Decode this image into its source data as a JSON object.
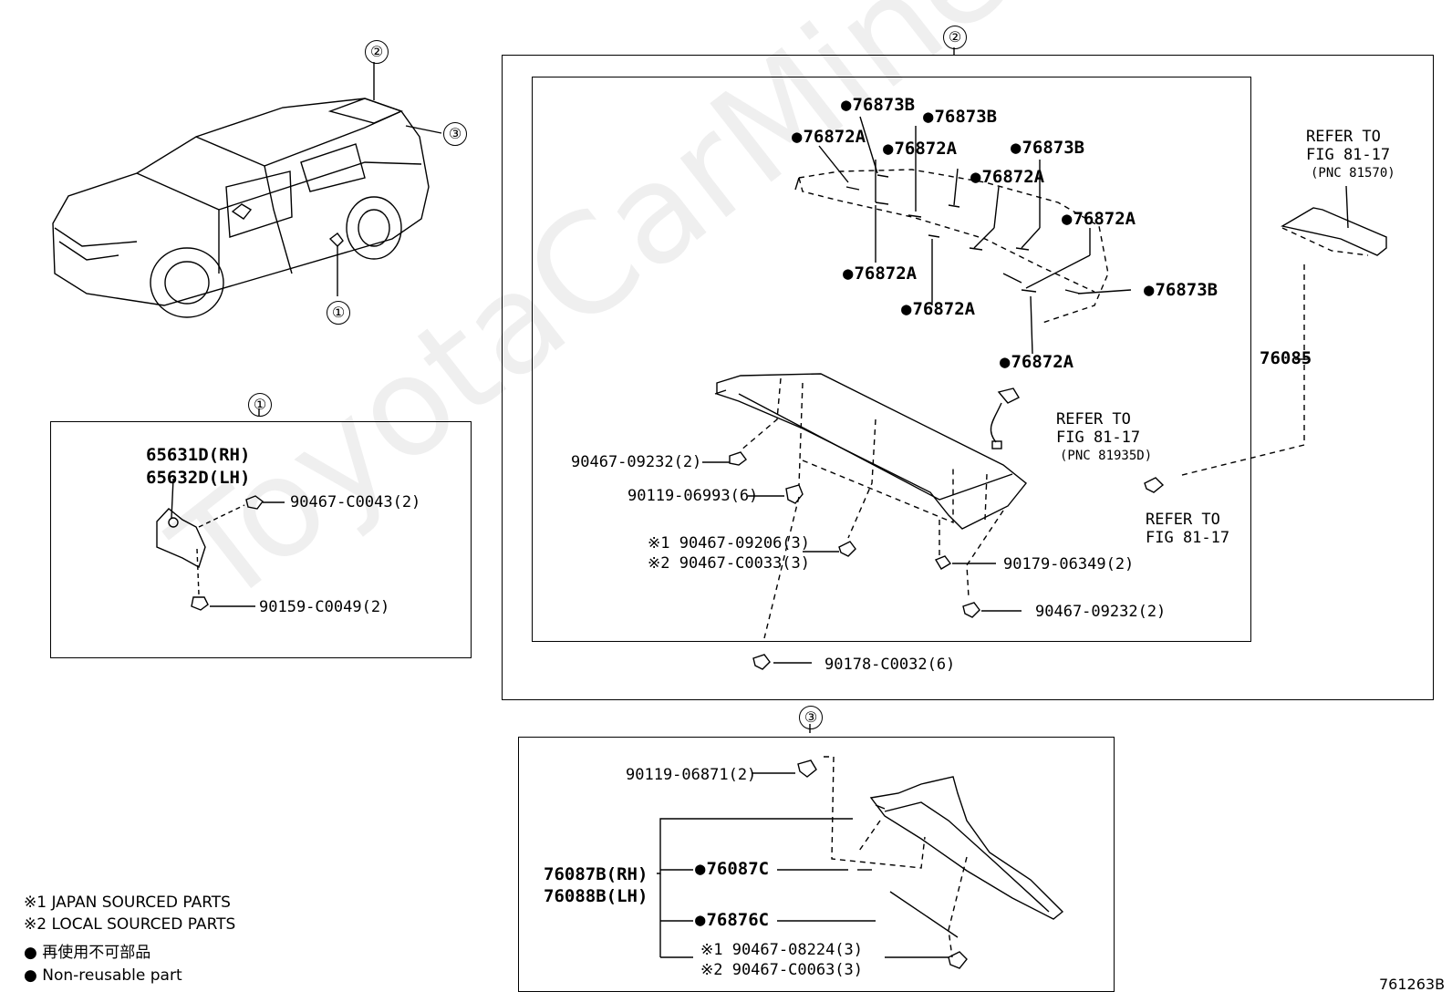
{
  "diagram_number": "761263B",
  "watermark": "ToyotaCarMine.ru",
  "callouts": {
    "c1": "①",
    "c2": "②",
    "c3": "③"
  },
  "overview": {
    "callout_1": "①",
    "callout_2": "②",
    "callout_3": "③"
  },
  "section1": {
    "parts": {
      "p65631D": "65631D(RH)",
      "p65632D": "65632D(LH)",
      "p90467_C0043": "90467-C0043(2)",
      "p90159_C0049": "90159-C0049(2)"
    }
  },
  "section2": {
    "parts": {
      "a76873B_1": "76873B",
      "a76873B_2": "76873B",
      "a76872A_1": "76872A",
      "a76872A_2": "76872A",
      "a76873B_3": "76873B",
      "a76872A_3": "76872A",
      "a76872A_4": "76872A",
      "a76872A_5": "76872A",
      "a76873B_4": "76873B",
      "a76872A_6": "76872A",
      "a76872A_7": "76872A",
      "p76085": "76085",
      "p90467_09232_a": "90467-09232(2)",
      "p90119_06993": "90119-06993(6)",
      "p90467_09206": "※1 90467-09206(3)",
      "p90467_C0033": "※2 90467-C0033(3)",
      "p90179_06349": "90179-06349(2)",
      "p90467_09232_b": "90467-09232(2)",
      "p90178_C0032": "90178-C0032(6)"
    },
    "refers": {
      "r1_l1": "REFER TO",
      "r1_l2": "FIG 81-17",
      "r1_l3": "(PNC 81570)",
      "r2_l1": "REFER TO",
      "r2_l2": "FIG 81-17",
      "r2_l3": "(PNC 81935D)",
      "r3_l1": "REFER TO",
      "r3_l2": "FIG 81-17"
    }
  },
  "section3": {
    "parts": {
      "p90119_06871": "90119-06871(2)",
      "p76087B": "76087B(RH)",
      "p76088B": "76088B(LH)",
      "p76087C": "76087C",
      "p76876C": "76876C",
      "p90467_08224": "※1 90467-08224(3)",
      "p90467_C0063": "※2 90467-C0063(3)"
    }
  },
  "legend": {
    "note1": "※1 JAPAN SOURCED PARTS",
    "note2": "※2 LOCAL SOURCED PARTS",
    "jp": "● 再使用不可部品",
    "en": "● Non-reusable part"
  }
}
